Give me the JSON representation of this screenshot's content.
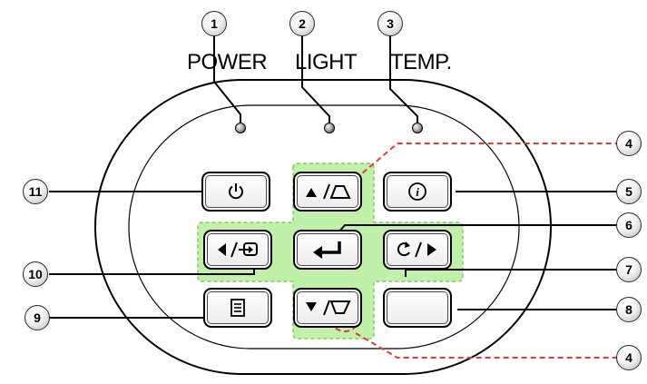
{
  "indicators": {
    "power": "POWER",
    "light": "LIGHT",
    "temp": "TEMP."
  },
  "callouts": [
    "1",
    "2",
    "3",
    "4",
    "5",
    "6",
    "7",
    "8",
    "9",
    "10",
    "11",
    "4"
  ],
  "buttons": [
    {
      "name": "power-button",
      "icon": "power-icon"
    },
    {
      "name": "keystone-up-button",
      "icon": "up-arrow-keystone-icon"
    },
    {
      "name": "info-button",
      "icon": "info-icon"
    },
    {
      "name": "source-left-button",
      "icon": "left-arrow-source-icon"
    },
    {
      "name": "enter-button",
      "icon": "enter-icon"
    },
    {
      "name": "resync-right-button",
      "icon": "resync-right-arrow-icon"
    },
    {
      "name": "menu-button",
      "icon": "menu-icon"
    },
    {
      "name": "keystone-down-button",
      "icon": "down-arrow-keystone-icon"
    },
    {
      "name": "blank-button",
      "icon": ""
    }
  ],
  "colors": {
    "highlight_green": "#b9f0a4",
    "highlight_border": "#7ccf5e",
    "dashed_red": "#e53935",
    "outline": "#000000"
  }
}
